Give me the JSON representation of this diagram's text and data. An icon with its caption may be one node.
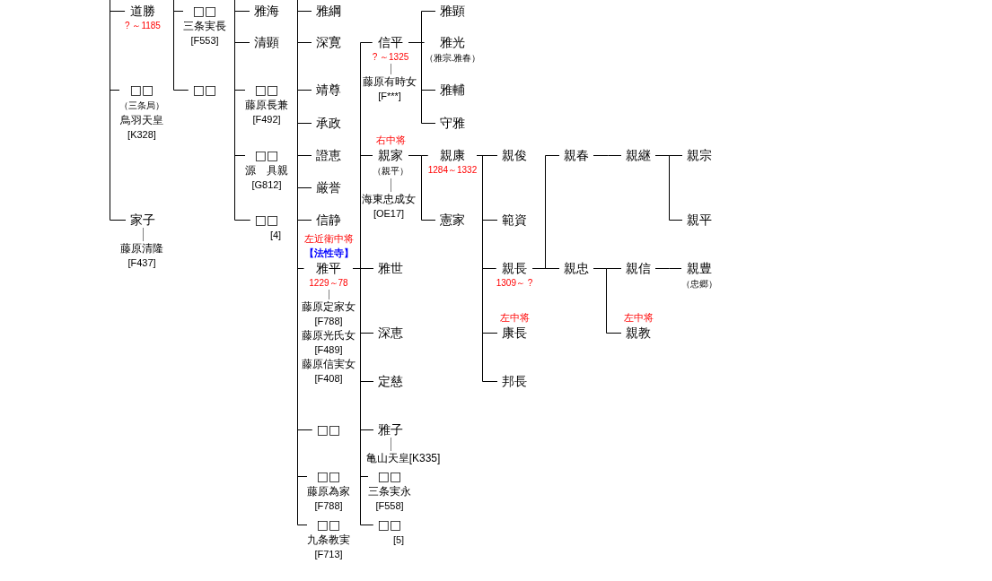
{
  "diagram": {
    "nodes": [
      {
        "text": [
          "道勝"
        ],
        "beside": [
          "? ～1185"
        ]
      },
      {
        "text": [
          "□□"
        ],
        "beside": [
          "（三条局）",
          "鳥羽天皇",
          "[K328]"
        ]
      },
      {
        "text": [
          "家子"
        ]
      },
      {
        "text": [
          "藤原清隆",
          "[F437]"
        ]
      },
      {
        "text": [
          "□□"
        ],
        "beside": [
          "三条実長",
          "[F553]"
        ]
      },
      {
        "text": [
          "□□"
        ]
      },
      {
        "text": [
          "雅海"
        ]
      },
      {
        "text": [
          "清顕"
        ]
      },
      {
        "text": [
          "□□"
        ],
        "beside": [
          "藤原長兼",
          "[F492]"
        ]
      },
      {
        "text": [
          "□□"
        ],
        "beside": [
          "源　具親",
          "[G812]"
        ]
      },
      {
        "text": [
          "□□"
        ],
        "beside": [
          "[4]"
        ]
      },
      {
        "text": [
          "雅綱"
        ]
      },
      {
        "text": [
          "深寛"
        ]
      },
      {
        "text": [
          "靖尊"
        ]
      },
      {
        "text": [
          "承政"
        ]
      },
      {
        "text": [
          "證恵"
        ]
      },
      {
        "text": [
          "厳誉"
        ]
      },
      {
        "text": [
          "信静"
        ]
      },
      {
        "text": [
          "雅平"
        ],
        "beside": [
          "左近衛中将",
          "【法性寺】",
          "1229～78"
        ]
      },
      {
        "text": [
          "藤原定家女",
          "[F788]"
        ]
      },
      {
        "text": [
          "藤原光氏女",
          "[F489]"
        ]
      },
      {
        "text": [
          "藤原信実女",
          "[F408]"
        ]
      },
      {
        "text": [
          "□□"
        ]
      },
      {
        "text": [
          "□□"
        ],
        "beside": [
          "藤原為家",
          "[F788]"
        ]
      },
      {
        "text": [
          "□□"
        ],
        "beside": [
          "九条教実",
          "[F713]"
        ]
      },
      {
        "text": [
          "信平"
        ],
        "beside": [
          "? ～1325"
        ]
      },
      {
        "text": [
          "藤原有時女",
          "[F***]"
        ]
      },
      {
        "text": [
          "親家"
        ],
        "beside": [
          "右中将",
          "（親平）"
        ]
      },
      {
        "text": [
          "海東忠成女",
          "[OE17]"
        ]
      },
      {
        "text": [
          "雅世"
        ]
      },
      {
        "text": [
          "深恵"
        ]
      },
      {
        "text": [
          "定慈"
        ]
      },
      {
        "text": [
          "雅子"
        ]
      },
      {
        "text": [
          "亀山天皇[K335]"
        ]
      },
      {
        "text": [
          "□□"
        ],
        "beside": [
          "三条実永",
          "[F558]"
        ]
      },
      {
        "text": [
          "□□"
        ],
        "beside": [
          "[5]"
        ]
      },
      {
        "text": [
          "雅顕"
        ]
      },
      {
        "text": [
          "雅光"
        ],
        "beside": [
          "（雅宗.雅春）"
        ]
      },
      {
        "text": [
          "雅輔"
        ]
      },
      {
        "text": [
          "守雅"
        ]
      },
      {
        "text": [
          "親康"
        ],
        "beside": [
          "1284～1332"
        ]
      },
      {
        "text": [
          "憲家"
        ]
      },
      {
        "text": [
          "親俊"
        ]
      },
      {
        "text": [
          "範資"
        ]
      },
      {
        "text": [
          "親長"
        ],
        "beside": [
          "1309～ ?"
        ]
      },
      {
        "text": [
          "康長"
        ],
        "beside": [
          "左中将"
        ]
      },
      {
        "text": [
          "邦長"
        ]
      },
      {
        "text": [
          "親春"
        ]
      },
      {
        "text": [
          "親忠"
        ]
      },
      {
        "text": [
          "親継"
        ]
      },
      {
        "text": [
          "親信"
        ]
      },
      {
        "text": [
          "親教"
        ],
        "beside": [
          "左中将"
        ]
      },
      {
        "text": [
          "親宗"
        ]
      },
      {
        "text": [
          "親平"
        ]
      },
      {
        "text": [
          "親豊"
        ],
        "beside": [
          "（忠郷）"
        ]
      }
    ],
    "edges": [
      {
        "from": null,
        "to": 0,
        "arrow": "none"
      },
      {
        "from": null,
        "to": 1,
        "arrow": "none"
      },
      {
        "from": null,
        "to": 2,
        "arrow": "none"
      },
      {
        "from": 2,
        "to": 3,
        "arrow": "none",
        "color": "#808080"
      },
      {
        "from": null,
        "to": 4,
        "arrow": "none"
      },
      {
        "from": null,
        "to": 5,
        "arrow": "none"
      },
      {
        "from": null,
        "to": 6,
        "arrow": "none"
      },
      {
        "from": null,
        "to": 7,
        "arrow": "none"
      },
      {
        "from": null,
        "to": 8,
        "arrow": "none"
      },
      {
        "from": null,
        "to": 9,
        "arrow": "none"
      },
      {
        "from": null,
        "to": 10,
        "arrow": "none"
      },
      {
        "from": null,
        "to": 11,
        "arrow": "none"
      },
      {
        "from": null,
        "to": 12,
        "arrow": "none"
      },
      {
        "from": null,
        "to": 13,
        "arrow": "none"
      },
      {
        "from": null,
        "to": 14,
        "arrow": "none"
      },
      {
        "from": null,
        "to": 15,
        "arrow": "none"
      },
      {
        "from": null,
        "to": 16,
        "arrow": "none"
      },
      {
        "from": null,
        "to": 17,
        "arrow": "none"
      },
      {
        "from": null,
        "to": 18,
        "arrow": "none"
      },
      {
        "from": null,
        "to": 22,
        "arrow": "none"
      },
      {
        "from": null,
        "to": 23,
        "arrow": "none"
      },
      {
        "from": null,
        "to": 24,
        "arrow": "none"
      },
      {
        "from": 18,
        "to": 19,
        "arrow": "none",
        "color": "#808080"
      },
      {
        "from": 18,
        "to": 25,
        "arrow": "none"
      },
      {
        "from": 18,
        "to": 27,
        "arrow": "none"
      },
      {
        "from": 18,
        "to": 29,
        "arrow": "none"
      },
      {
        "from": 18,
        "to": 30,
        "arrow": "none"
      },
      {
        "from": 18,
        "to": 31,
        "arrow": "none"
      },
      {
        "from": 18,
        "to": 32,
        "arrow": "none"
      },
      {
        "from": 18,
        "to": 34,
        "arrow": "none"
      },
      {
        "from": 18,
        "to": 35,
        "arrow": "none"
      },
      {
        "from": 25,
        "to": 26,
        "arrow": "none",
        "color": "#808080"
      },
      {
        "from": 27,
        "to": 28,
        "arrow": "none",
        "color": "#808080"
      },
      {
        "from": 32,
        "to": 33,
        "arrow": "none",
        "color": "#808080"
      },
      {
        "from": 25,
        "to": 36,
        "arrow": "none"
      },
      {
        "from": 25,
        "to": 37,
        "arrow": "none"
      },
      {
        "from": 25,
        "to": 38,
        "arrow": "none"
      },
      {
        "from": 25,
        "to": 39,
        "arrow": "none"
      },
      {
        "from": 27,
        "to": 40,
        "arrow": "none"
      },
      {
        "from": 27,
        "to": 41,
        "arrow": "none"
      },
      {
        "from": 40,
        "to": 42,
        "arrow": "none"
      },
      {
        "from": 40,
        "to": 43,
        "arrow": "none"
      },
      {
        "from": 40,
        "to": 44,
        "arrow": "none"
      },
      {
        "from": 40,
        "to": 45,
        "arrow": "none"
      },
      {
        "from": 40,
        "to": 46,
        "arrow": "none"
      },
      {
        "from": 44,
        "to": 47,
        "arrow": "none"
      },
      {
        "from": 44,
        "to": 48,
        "arrow": "none"
      },
      {
        "from": 47,
        "to": 49,
        "arrow": "none"
      },
      {
        "from": 48,
        "to": 50,
        "arrow": "none"
      },
      {
        "from": 48,
        "to": 51,
        "arrow": "none"
      },
      {
        "from": 49,
        "to": 52,
        "arrow": "none"
      },
      {
        "from": 49,
        "to": 53,
        "arrow": "none"
      },
      {
        "from": 50,
        "to": 54,
        "arrow": "none"
      }
    ]
  }
}
